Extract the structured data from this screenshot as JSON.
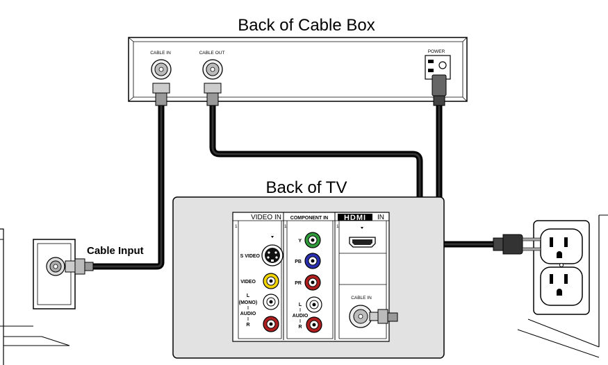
{
  "cable_box": {
    "title": "Back of Cable Box",
    "cable_in_label": "CABLE IN",
    "cable_out_label": "CABLE OUT",
    "power_label": "POWER"
  },
  "tv": {
    "title": "Back of TV",
    "video_in": {
      "header": "VIDEO IN",
      "number": "1",
      "svideo_label": "S VIDEO",
      "video_label": "VIDEO",
      "l_mono_label_1": "L",
      "l_mono_label_2": "(MONO)",
      "audio_label": "AUDIO",
      "r_label": "R"
    },
    "component_in": {
      "header": "COMPONENT IN",
      "number": "1",
      "y_label": "Y",
      "pb_label": "PB",
      "pr_label": "PR",
      "l_label": "L",
      "audio_label": "AUDIO",
      "r_label": "R"
    },
    "hdmi_in": {
      "logo": "HDMI",
      "header": "IN",
      "number": "1",
      "cable_in_label": "CABLE IN"
    }
  },
  "wall": {
    "cable_input_label": "Cable Input"
  },
  "colors": {
    "tv_panel": "#e2e2e2",
    "jack_green": "#2f9a3a",
    "jack_blue": "#2a2fb0",
    "jack_red": "#b01f1f",
    "jack_yellow": "#f2d500",
    "cable": "#111111"
  }
}
